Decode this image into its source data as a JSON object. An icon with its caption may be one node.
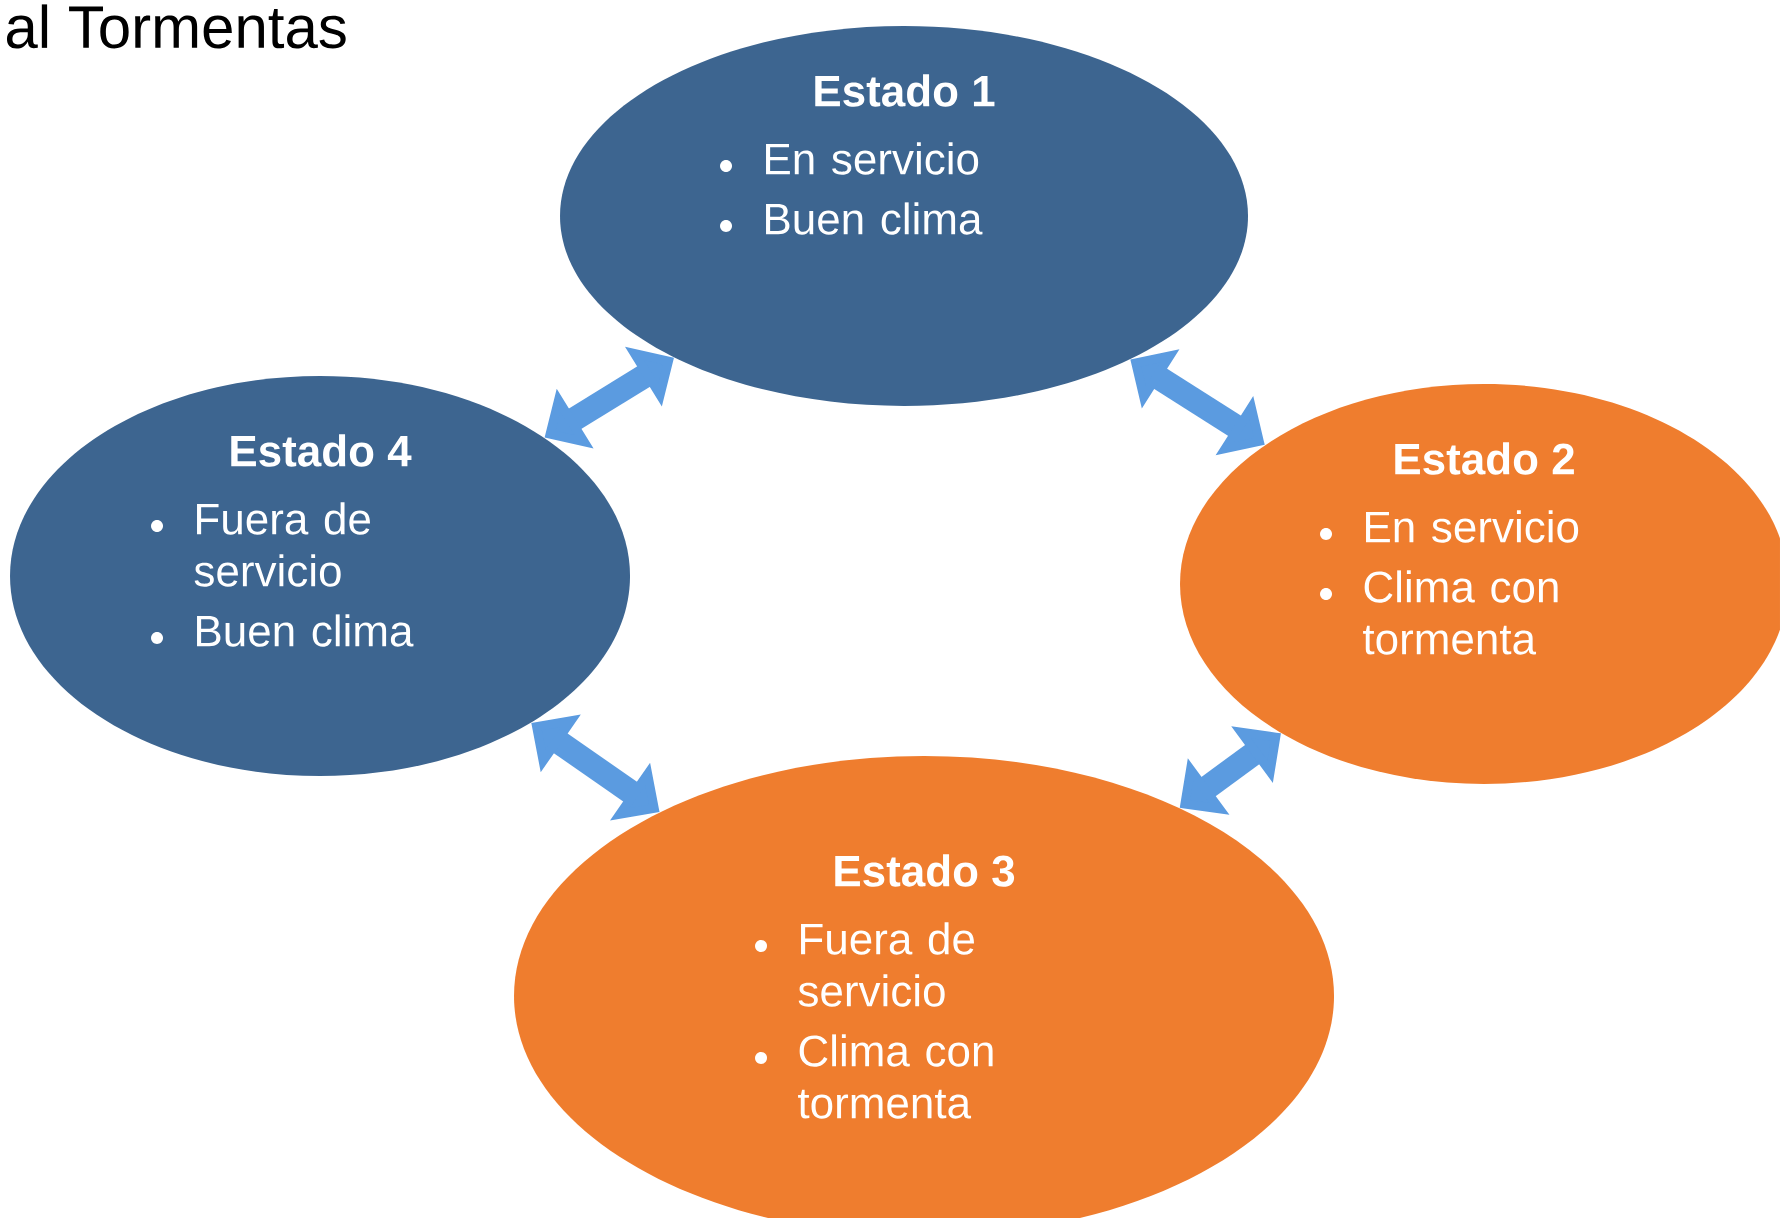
{
  "diagram": {
    "title": "al Tormentas",
    "nodes": [
      {
        "text": [
          "Estado 1",
          "En servicio",
          "Buen clima"
        ]
      },
      {
        "text": [
          "Estado 2",
          "En servicio",
          "Clima con tormenta"
        ]
      },
      {
        "text": [
          "Estado 3",
          "Fuera de servicio",
          "Clima con tormenta"
        ]
      },
      {
        "text": [
          "Estado 4",
          "Fuera de servicio",
          "Buen clima"
        ]
      }
    ],
    "edges": [
      {
        "from": 0,
        "to": 1,
        "arrow": "both"
      },
      {
        "from": 1,
        "to": 2,
        "arrow": "both"
      },
      {
        "from": 2,
        "to": 3,
        "arrow": "both"
      },
      {
        "from": 3,
        "to": 0,
        "arrow": "both"
      }
    ]
  }
}
